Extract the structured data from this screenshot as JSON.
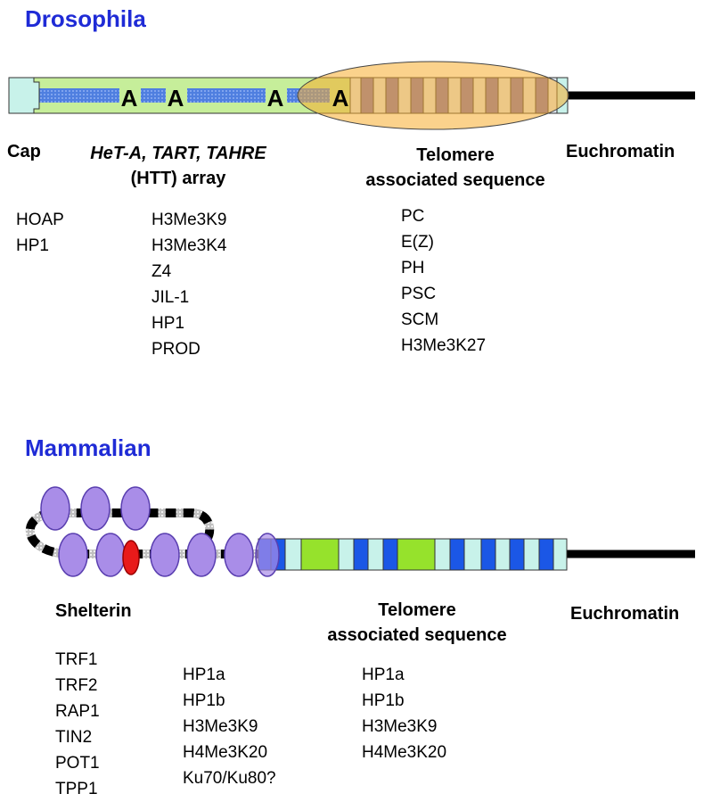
{
  "drosophila": {
    "title": "Drosophila",
    "a_marks": [
      "A",
      "A",
      "A",
      "A"
    ],
    "labels": {
      "cap": "Cap",
      "htt_line1": "HeT-A, TART, TAHRE",
      "htt_line2": "(HTT) array",
      "tas_line1": "Telomere",
      "tas_line2": "associated sequence",
      "euchromatin": "Euchromatin"
    },
    "lists": {
      "cap": [
        "HOAP",
        "HP1"
      ],
      "htt": [
        "H3Me3K9",
        "H3Me3K4",
        "Z4",
        "JIL-1",
        "HP1",
        "PROD"
      ],
      "tas": [
        "PC",
        "E(Z)",
        "PH",
        "PSC",
        "SCM",
        "H3Me3K27"
      ]
    }
  },
  "mammalian": {
    "title": "Mammalian",
    "labels": {
      "shelterin": "Shelterin",
      "tas_line1": "Telomere",
      "tas_line2": "associated sequence",
      "euchromatin": "Euchromatin"
    },
    "lists": {
      "shelterin": [
        "TRF1",
        "TRF2",
        "RAP1",
        "TIN2",
        "POT1",
        "TPP1"
      ],
      "middle": [
        "HP1a",
        "HP1b",
        "H3Me3K9",
        "H4Me3K20",
        "Ku70/Ku80?"
      ],
      "tas": [
        "HP1a",
        "HP1b",
        "H3Me3K9",
        "H4Me3K20"
      ]
    }
  },
  "colors": {
    "title": "#1f2bd6",
    "cap_fill": "#c8f2ea",
    "htt_fill": "#c6ee9a",
    "blue_seg": "#4f7fe0",
    "orange": "#f8ad2d",
    "purple": "#a98de8",
    "red": "#e81a1a",
    "green_box": "#96e22c",
    "blue_box": "#1b57e6",
    "pale_box": "#c8f2ea"
  }
}
